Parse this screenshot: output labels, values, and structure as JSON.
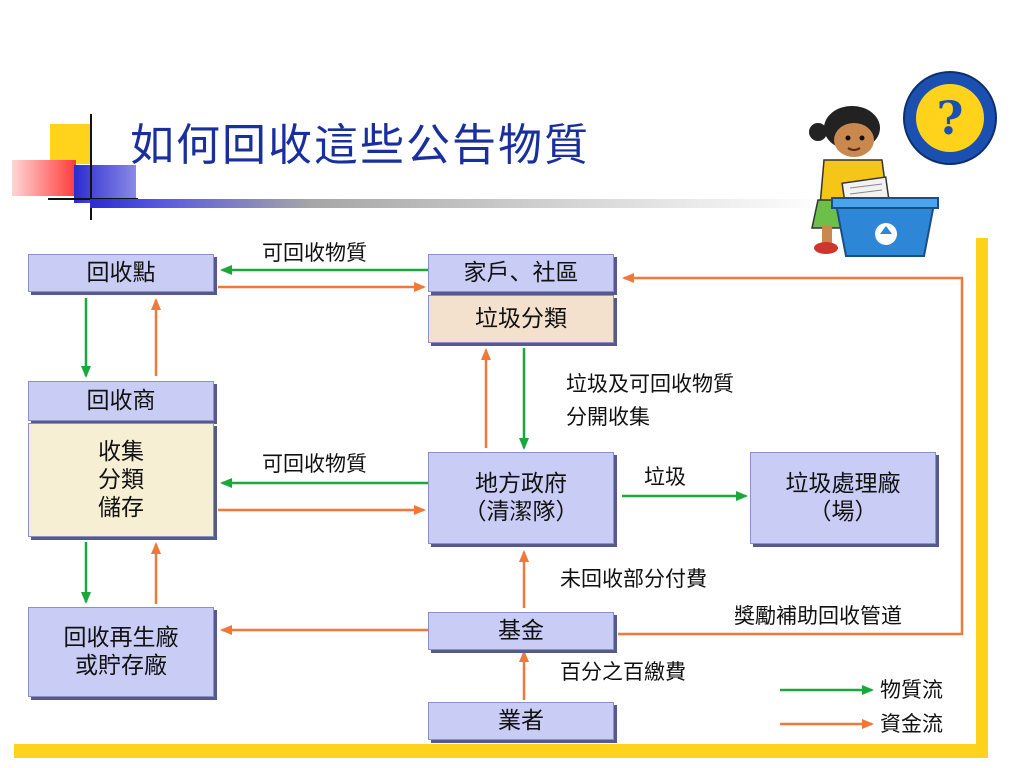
{
  "slide": {
    "title": "如何回收這些公告物質"
  },
  "nodes": {
    "recycle_point": "回收點",
    "household": "家戶、社區",
    "garbage_sort": "垃圾分類",
    "recycler": "回收商",
    "recycler_tasks": "收集\n分類\n儲存",
    "local_gov": "地方政府\n（清潔隊）",
    "treatment_plant": "垃圾處理廠\n（場）",
    "recycling_plant": "回收再生廠\n或貯存廠",
    "fund": "基金",
    "industry": "業者"
  },
  "labels": {
    "recyclables_top": "可回收物質",
    "separate_collection_line1": "垃圾及可回收物質",
    "separate_collection_line2": "分開收集",
    "recyclables_middle": "可回收物質",
    "garbage": "垃圾",
    "unrecycled_fee": "未回收部分付費",
    "incentive_subsidy": "獎勵補助回收管道",
    "full_fee": "百分之百繳費"
  },
  "legend": {
    "material_flow": "物質流",
    "fund_flow": "資金流"
  },
  "colors": {
    "material_flow": "#1aa83a",
    "fund_flow": "#f07838",
    "box_blue": "#c9cdf6",
    "box_tan": "#f3e1cd",
    "box_cream": "#f6efd4",
    "title": "#1a2f9e",
    "frame_yellow": "#ffd21c"
  },
  "decorations": {
    "illustration": "girl-with-recycling-bin",
    "question_badge": "?"
  }
}
